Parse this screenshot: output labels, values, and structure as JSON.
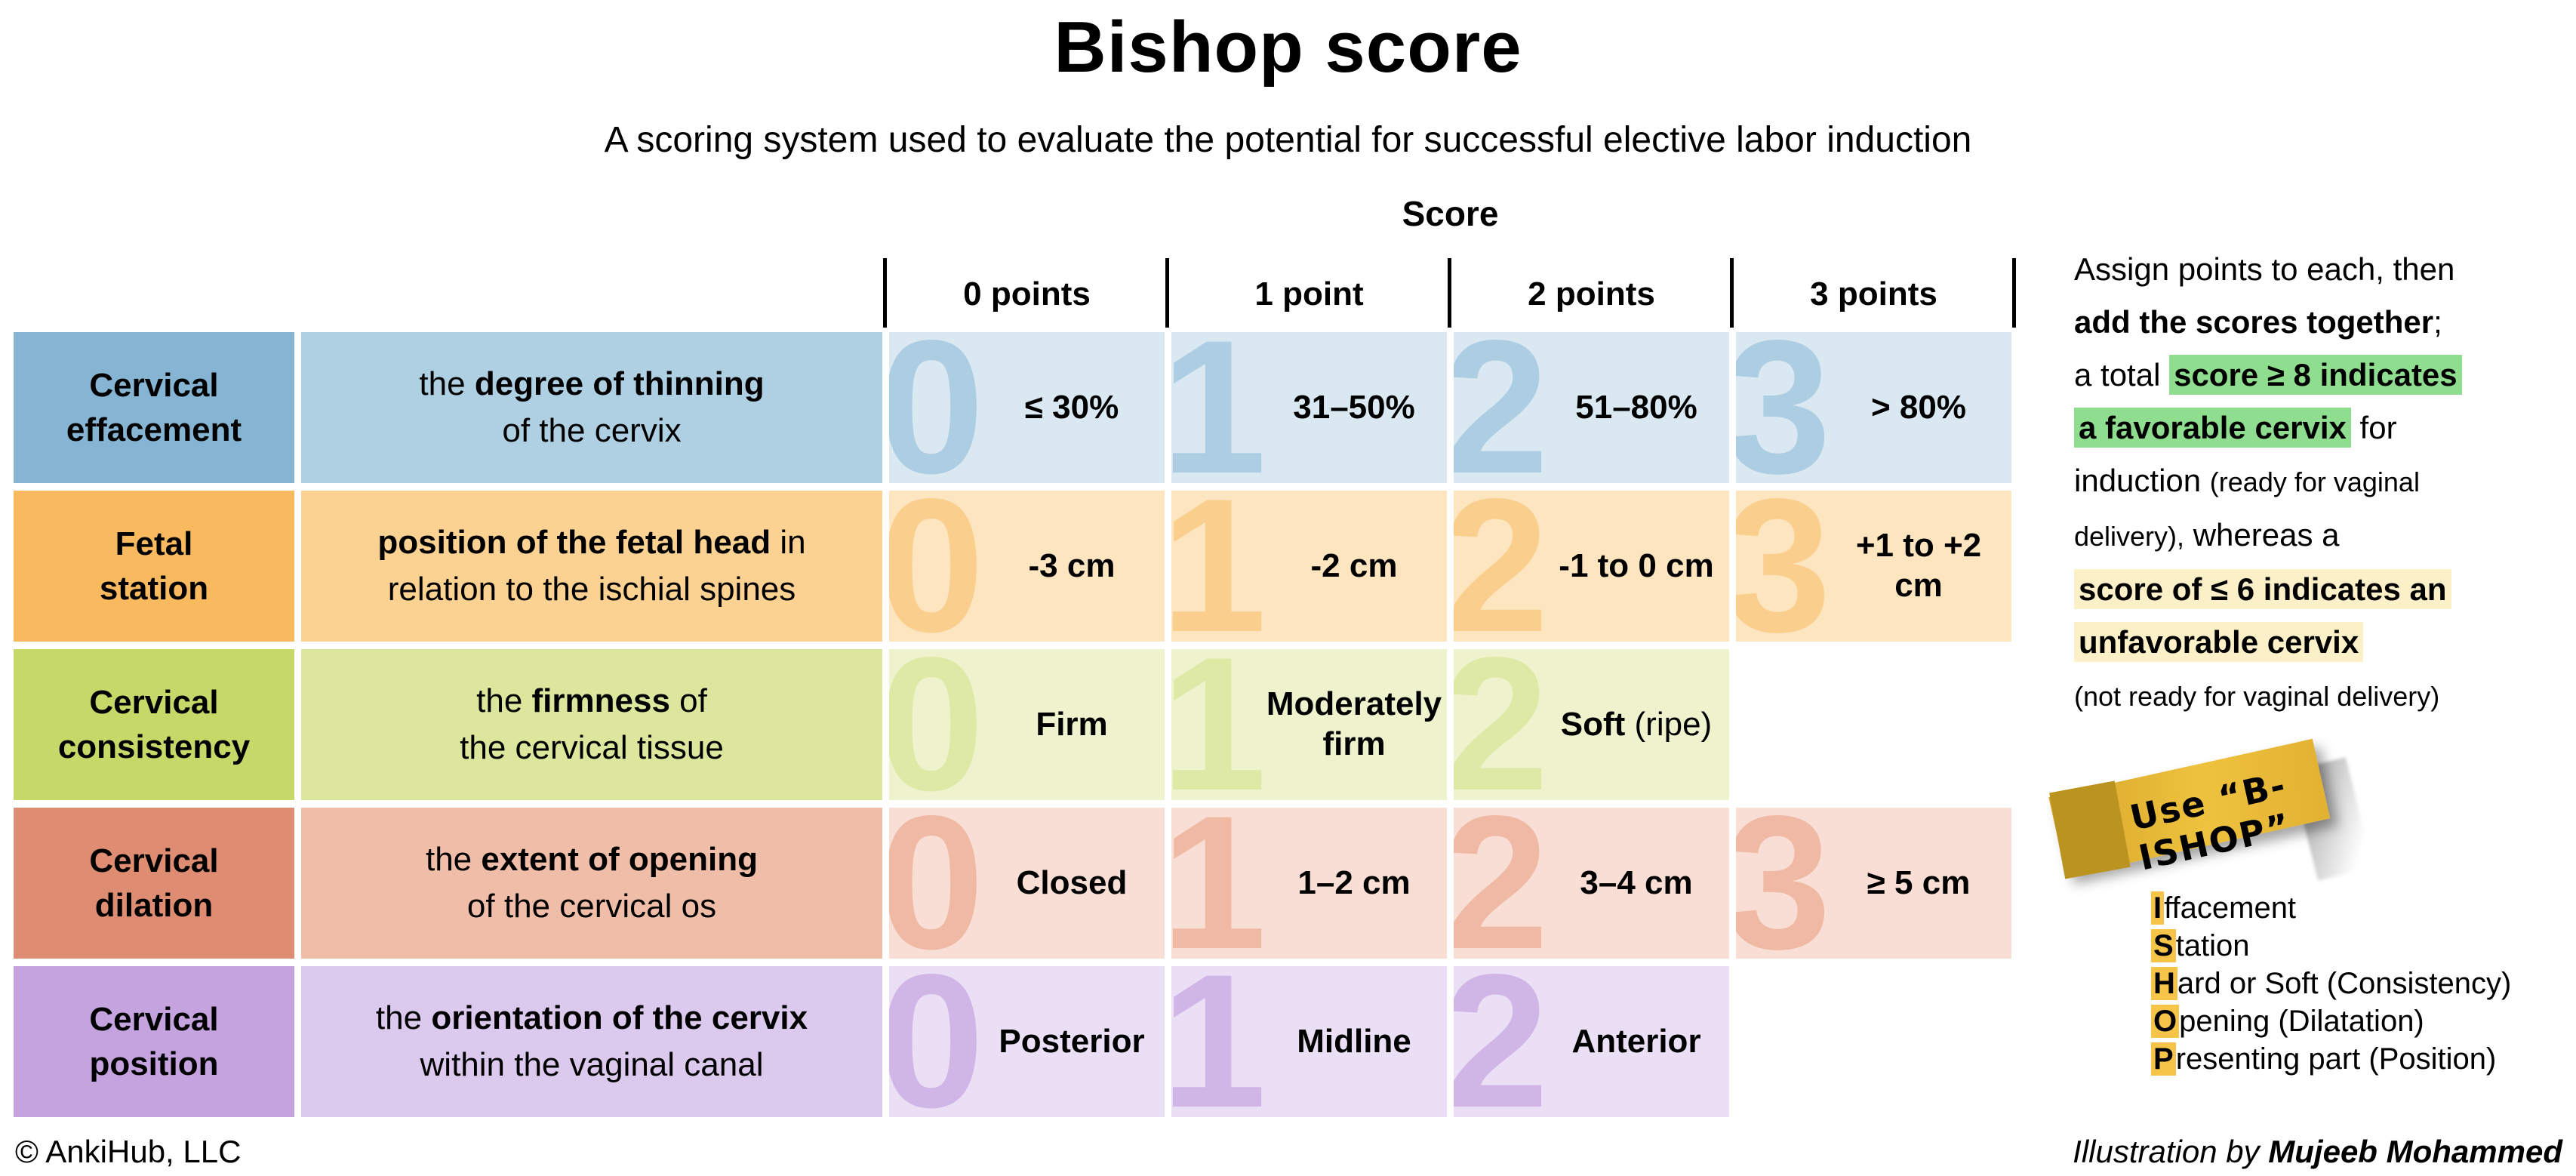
{
  "page": {
    "title": "Bishop score",
    "subtitle": "A scoring system used to evaluate the potential for successful elective labor induction"
  },
  "table": {
    "score_header": "Score",
    "point_headers": [
      "0 points",
      "1 point",
      "2 points",
      "3 points"
    ],
    "rows": [
      {
        "label_l1": "Cervical",
        "label_l2": "effacement",
        "colors": {
          "label": "#85B5D3",
          "desc": "#AFCFE3",
          "cell": "#DAE8F2",
          "digit": "#ACCDE2"
        },
        "desc": {
          "l1a": "the ",
          "l1b": "degree of thinning",
          "l1c": "",
          "l2": "of the cervix"
        },
        "cells": [
          {
            "digit": "0",
            "main": "≤ 30%",
            "note": ""
          },
          {
            "digit": "1",
            "main": "31–50%",
            "note": ""
          },
          {
            "digit": "2",
            "main": "51–80%",
            "note": ""
          },
          {
            "digit": "3",
            "main": "> 80%",
            "note": ""
          }
        ]
      },
      {
        "label_l1": "Fetal",
        "label_l2": "station",
        "colors": {
          "label": "#F9B95E",
          "desc": "#FBD291",
          "cell": "#FDE5C0",
          "digit": "#FACF8E"
        },
        "desc": {
          "l1a": "",
          "l1b": "position of the fetal head",
          "l1c": " in",
          "l2": "relation to the ischial spines"
        },
        "cells": [
          {
            "digit": "0",
            "main": "-3 cm",
            "note": ""
          },
          {
            "digit": "1",
            "main": "-2 cm",
            "note": ""
          },
          {
            "digit": "2",
            "main": "-1 to 0 cm",
            "note": ""
          },
          {
            "digit": "3",
            "main": "+1 to +2 cm",
            "note": ""
          }
        ]
      },
      {
        "label_l1": "Cervical",
        "label_l2": "consistency",
        "colors": {
          "label": "#C5D868",
          "desc": "#DCE79D",
          "cell": "#EEF2CD",
          "digit": "#DFE9A6"
        },
        "desc": {
          "l1a": "the ",
          "l1b": "firmness",
          "l1c": " of",
          "l2": "the cervical tissue"
        },
        "cells": [
          {
            "digit": "0",
            "main": "Firm",
            "note": ""
          },
          {
            "digit": "1",
            "main": "Moderately firm",
            "note": ""
          },
          {
            "digit": "2",
            "main": "Soft",
            "note": " (ripe)"
          }
        ]
      },
      {
        "label_l1": "Cervical",
        "label_l2": "dilation",
        "colors": {
          "label": "#DF8D72",
          "desc": "#F0BDA9",
          "cell": "#F8DED4",
          "digit": "#F0B9A4"
        },
        "desc": {
          "l1a": "the ",
          "l1b": "extent of opening",
          "l1c": "",
          "l2": "of the cervical os"
        },
        "cells": [
          {
            "digit": "0",
            "main": "Closed",
            "note": ""
          },
          {
            "digit": "1",
            "main": "1–2 cm",
            "note": ""
          },
          {
            "digit": "2",
            "main": "3–4 cm",
            "note": ""
          },
          {
            "digit": "3",
            "main": "≥ 5 cm",
            "note": ""
          }
        ]
      },
      {
        "label_l1": "Cervical",
        "label_l2": "position",
        "colors": {
          "label": "#C4A3DE",
          "desc": "#DCC9EE",
          "cell": "#EBDFF6",
          "digit": "#D0B5E7"
        },
        "desc": {
          "l1a": "the ",
          "l1b": "orientation of the cervix",
          "l1c": "",
          "l2": "within the vaginal canal"
        },
        "cells": [
          {
            "digit": "0",
            "main": "Posterior",
            "note": ""
          },
          {
            "digit": "1",
            "main": "Midline",
            "note": ""
          },
          {
            "digit": "2",
            "main": "Anterior",
            "note": ""
          }
        ]
      }
    ]
  },
  "panel": {
    "highlight_green": "#8FDD8F",
    "highlight_cream": "#FBF0C7",
    "lines": [
      {
        "a": "Assign points to each, then"
      },
      {
        "b": "add the scores together",
        "c": ";"
      },
      {
        "a": "a total ",
        "g": "score ≥ 8 indicates"
      },
      {
        "g": "a favorable cervix",
        "c": " for"
      },
      {
        "a": "induction ",
        "s": "(ready for vaginal"
      },
      {
        "s": "delivery),",
        "c": " whereas a"
      },
      {
        "y": "score of ≤ 6 indicates an"
      },
      {
        "y": "unfavorable cervix"
      },
      {
        "s": "(not ready for vaginal delivery)"
      }
    ]
  },
  "note": {
    "text": "Use “B-ISHOP”",
    "color": "#E0AE2D"
  },
  "mnemonic": {
    "letter_highlight": "#F6C449",
    "items": [
      {
        "letter": "I",
        "rest": "ffacement"
      },
      {
        "letter": "S",
        "rest": "tation"
      },
      {
        "letter": "H",
        "rest": "ard or Soft (Consistency)"
      },
      {
        "letter": "O",
        "rest": "pening (Dilatation)"
      },
      {
        "letter": "P",
        "rest": "resenting part (Position)"
      }
    ]
  },
  "footer": {
    "copyright": "© AnkiHub, LLC",
    "credit_prefix": "Illustration by ",
    "credit_name": "Mujeeb Mohammed"
  }
}
